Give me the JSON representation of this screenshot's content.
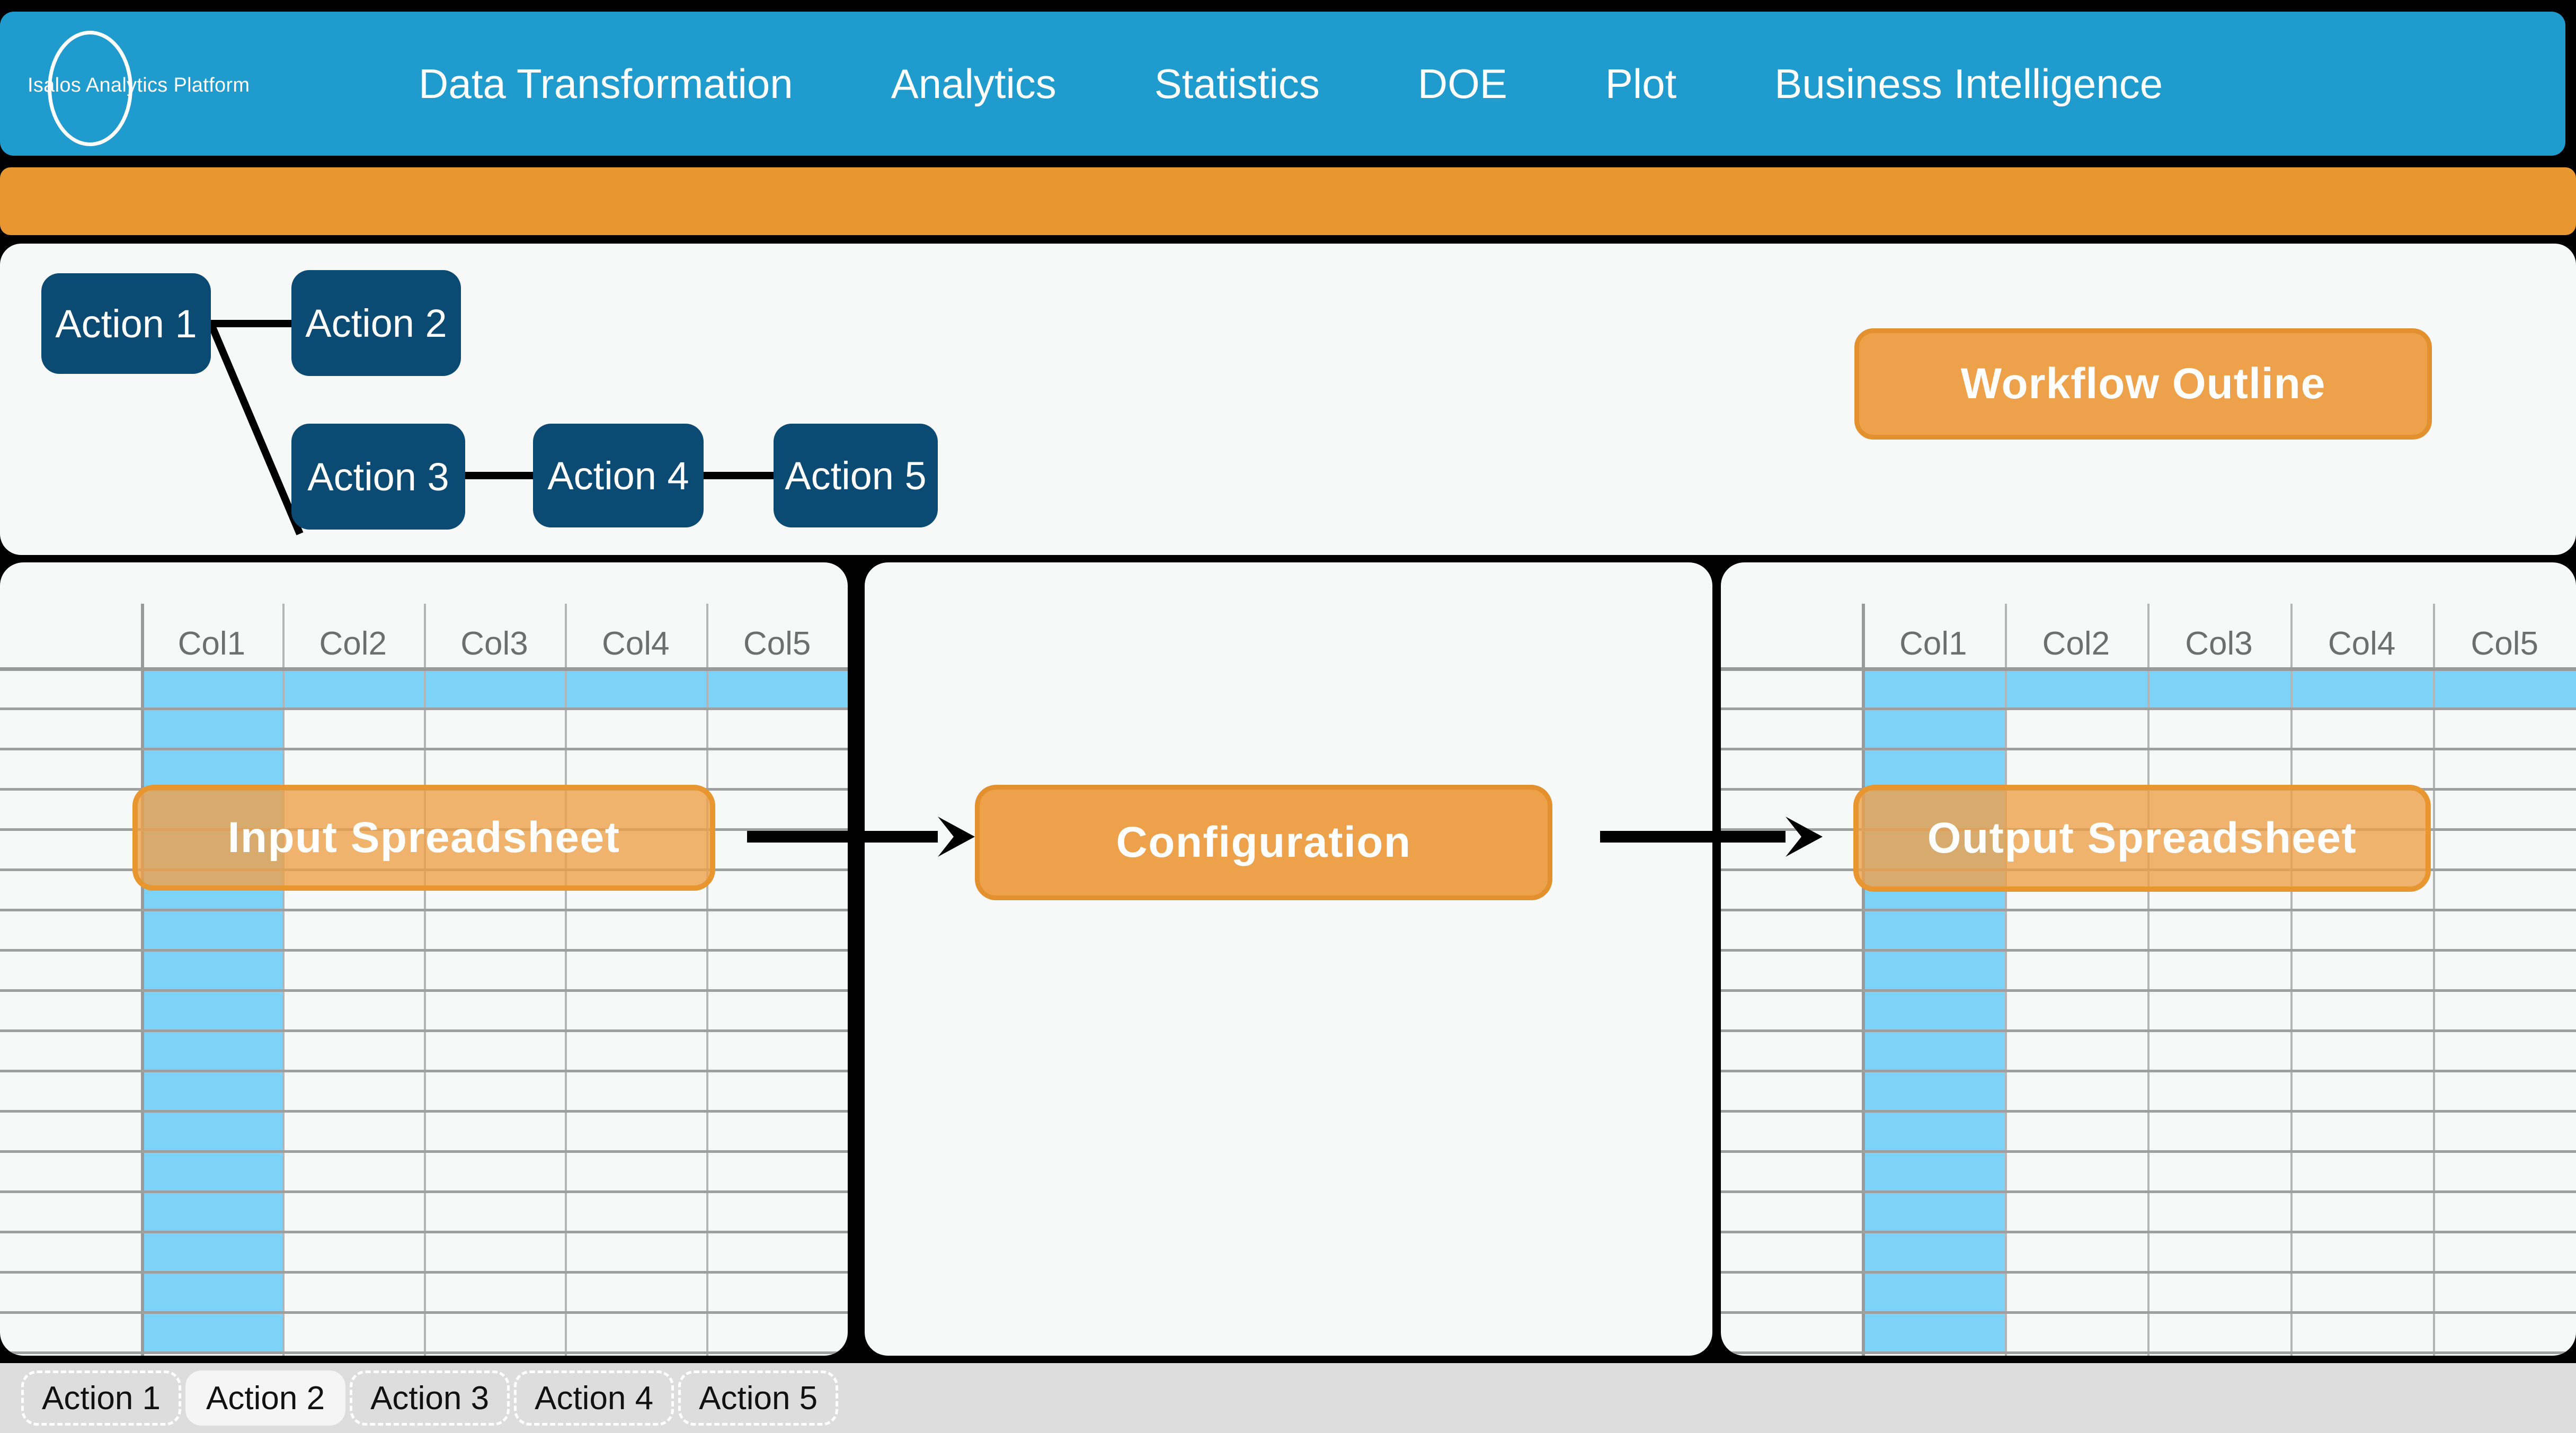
{
  "header": {
    "brand_name": "Isalos Analytics Platform",
    "logo_icon": "ellipse-logo-icon",
    "bg_color": "#1f9bcd",
    "nav": [
      {
        "label": "Data Transformation"
      },
      {
        "label": "Analytics"
      },
      {
        "label": "Statistics"
      },
      {
        "label": "DOE"
      },
      {
        "label": "Plot"
      },
      {
        "label": "Business Intelligence"
      }
    ]
  },
  "toolbar": {
    "bg_color": "#e8962f"
  },
  "workflow": {
    "outline_button_label": "Workflow Outline",
    "node_color": "#0b4b73",
    "nodes": [
      {
        "id": "action1",
        "label": "Action 1"
      },
      {
        "id": "action2",
        "label": "Action 2"
      },
      {
        "id": "action3",
        "label": "Action 3"
      },
      {
        "id": "action4",
        "label": "Action 4"
      },
      {
        "id": "action5",
        "label": "Action 5"
      }
    ],
    "edges": [
      {
        "from": "action1",
        "to": "action2"
      },
      {
        "from": "action1",
        "to": "action3"
      },
      {
        "from": "action3",
        "to": "action4"
      },
      {
        "from": "action4",
        "to": "action5"
      }
    ]
  },
  "panels": {
    "input": {
      "button_label": "Input Spreadsheet",
      "columns": [
        "Col1",
        "Col2",
        "Col3",
        "Col4",
        "Col5"
      ],
      "row_count": 17,
      "highlight_color": "#7dd3f7",
      "highlighted_row_index": 0,
      "highlighted_column": "Col1"
    },
    "center": {
      "button_label": "Configuration"
    },
    "output": {
      "button_label": "Output Spreadsheet",
      "columns": [
        "Col1",
        "Col2",
        "Col3",
        "Col4",
        "Col5"
      ],
      "row_count": 17,
      "highlight_color": "#7dd3f7",
      "highlighted_row_index": 0,
      "highlighted_column": "Col1"
    },
    "arrows": [
      {
        "from": "input",
        "to": "center",
        "icon": "arrow-right-icon"
      },
      {
        "from": "center",
        "to": "output",
        "icon": "arrow-right-icon"
      }
    ]
  },
  "tabbar": {
    "active_tab": "Action 2",
    "tabs": [
      {
        "label": "Action 1"
      },
      {
        "label": "Action 2"
      },
      {
        "label": "Action 3"
      },
      {
        "label": "Action 4"
      },
      {
        "label": "Action 5"
      }
    ]
  }
}
